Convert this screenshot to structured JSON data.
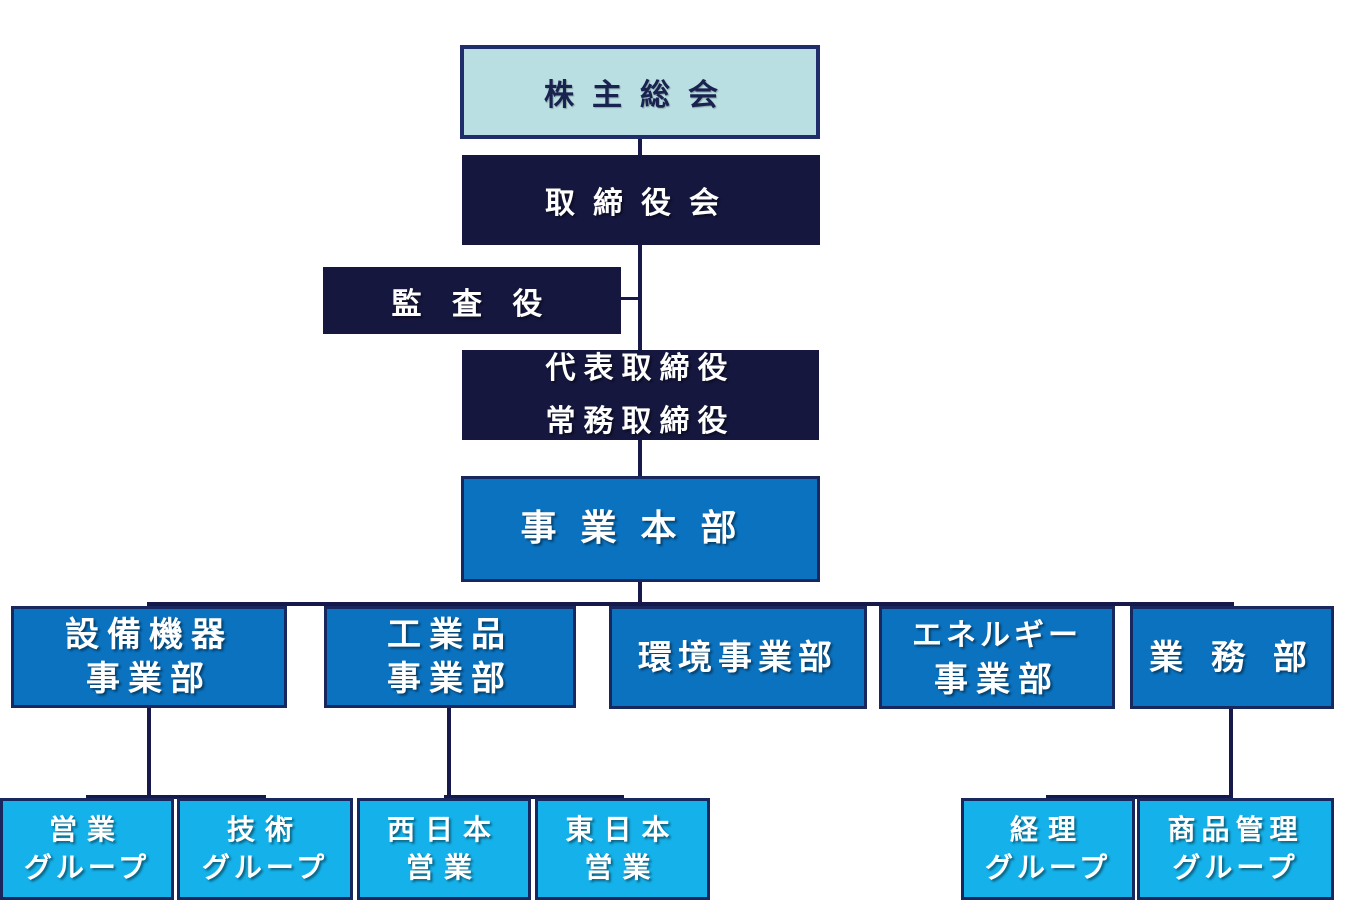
{
  "shareholders": "株主総会",
  "board": "取締役会",
  "auditor": "監 査 役",
  "executives": [
    "代表取締役",
    "常務取締役"
  ],
  "headquarters": "事業本部",
  "divisions": [
    {
      "lines": [
        "設備機器",
        "事業部"
      ]
    },
    {
      "lines": [
        "工業品",
        "事業部"
      ]
    },
    {
      "lines": [
        "環境事業部"
      ]
    },
    {
      "lines": [
        "エネルギー",
        "事業部"
      ]
    },
    {
      "lines": [
        "業 務 部"
      ]
    }
  ],
  "groups": [
    {
      "lines": [
        "営業",
        "グループ"
      ]
    },
    {
      "lines": [
        "技術",
        "グループ"
      ]
    },
    {
      "lines": [
        "西日本",
        "営業"
      ]
    },
    {
      "lines": [
        "東日本",
        "営業"
      ]
    },
    {
      "lines": [
        "経理",
        "グループ"
      ]
    },
    {
      "lines": [
        "商品管理",
        "グループ"
      ]
    }
  ],
  "colors": {
    "top_box": "#b9dfe2",
    "dark_box": "#16173f",
    "division_box": "#0a72bf",
    "group_box": "#14b1ea",
    "connector": "#16194a"
  }
}
